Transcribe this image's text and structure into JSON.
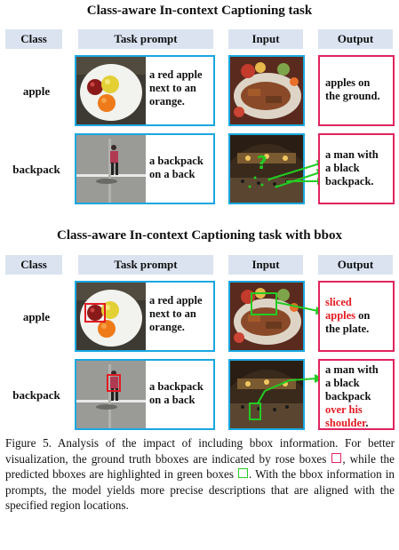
{
  "section1": {
    "title": "Class-aware In-context Captioning task",
    "headers": [
      "Class",
      "Task prompt",
      "Input",
      "Output"
    ],
    "rows": [
      {
        "class": "apple",
        "prompt_lines": [
          "a red apple",
          "next to an",
          "orange."
        ],
        "output_lines": [
          "apples on",
          "the ground."
        ]
      },
      {
        "class": "backpack",
        "prompt_lines": [
          "a backpack",
          "on a back"
        ],
        "output_lines": [
          "a man with",
          "a black",
          "backpack."
        ]
      }
    ]
  },
  "section2": {
    "title": "Class-aware In-context Captioning task with bbox",
    "headers": [
      "Class",
      "Task prompt",
      "Input",
      "Output"
    ],
    "rows": [
      {
        "class": "apple",
        "prompt_lines": [
          "a red apple",
          "next to an",
          "orange."
        ],
        "output_red": [
          "sliced",
          "apples"
        ],
        "output_black_after": " on",
        "output_rest": [
          "the plate."
        ]
      },
      {
        "class": "backpack",
        "prompt_lines": [
          "a backpack",
          "on a back"
        ],
        "output_lines": [
          "a man with",
          "a black",
          "backpack"
        ],
        "output_red": [
          "over his",
          "shoulder"
        ],
        "output_end": "."
      }
    ]
  },
  "caption": {
    "part1": "Figure 5.  Analysis of the impact of including bbox information. For better visualization, the ground truth bboxes are indicated by rose boxes",
    "part2": ", while the predicted bboxes are highlighted in green boxes",
    "part3": ". With the bbox information in prompts, the model yields more precise descriptions that are aligned with the specified region locations."
  },
  "colors": {
    "header_bg": "#dbe3f1",
    "prompt_border": "#1aa7e0",
    "output_border": "#e0245e",
    "pred_box": "#22cc22",
    "highlight_text": "#e31b23"
  }
}
